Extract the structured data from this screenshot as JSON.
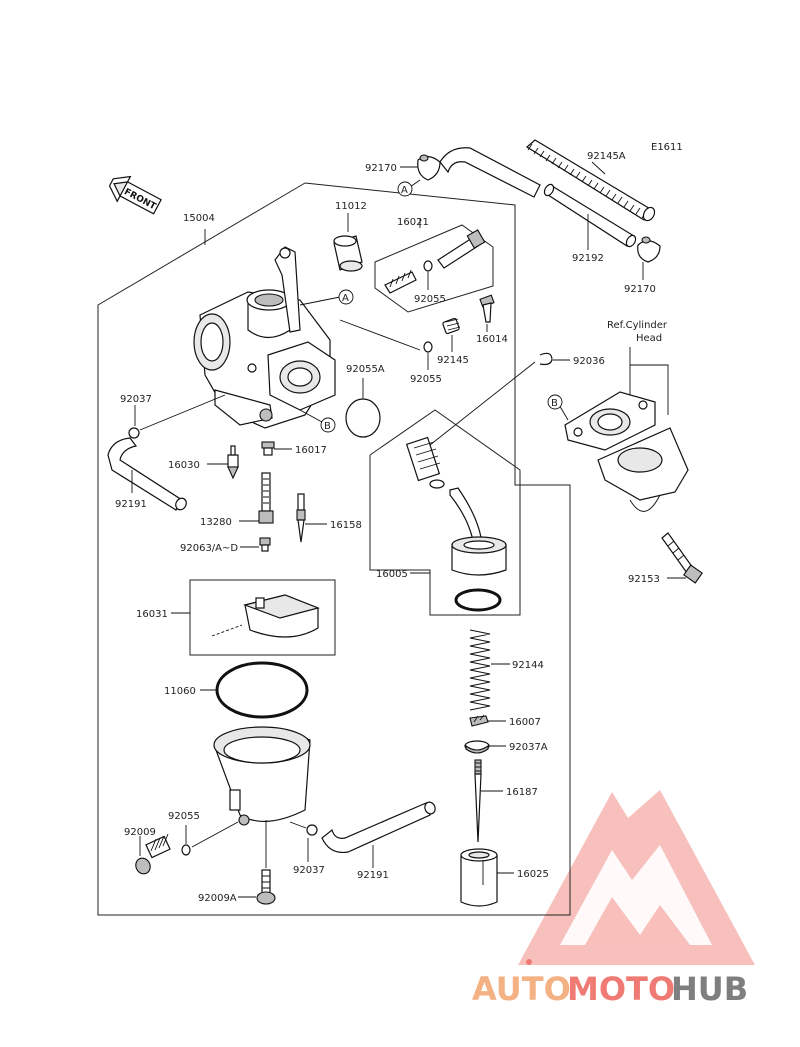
{
  "diagram_code": "E1611",
  "front_label": "FRONT",
  "ref_label_line1": "Ref.Cylinder",
  "ref_label_line2": "Head",
  "callouts": {
    "A": "A",
    "B": "B"
  },
  "parts": {
    "p15004": "15004",
    "p11012": "11012",
    "p16021": "16021",
    "p92055_a": "92055",
    "p16014": "16014",
    "p92145": "92145",
    "p92055_b": "92055",
    "p92055A": "92055A",
    "p92037_a": "92037",
    "p92191_a": "92191",
    "p16030": "16030",
    "p16017": "16017",
    "p13280": "13280",
    "p16158": "16158",
    "p92063": "92063/A~D",
    "p16031": "16031",
    "p11060": "11060",
    "p92055_c": "92055",
    "p92009": "92009",
    "p92009A": "92009A",
    "p92037_b": "92037",
    "p92191_b": "92191",
    "p16005": "16005",
    "p92144": "92144",
    "p16007": "16007",
    "p92037A": "92037A",
    "p16187": "16187",
    "p16025": "16025",
    "p92036": "92036",
    "p92153": "92153",
    "p92170_a": "92170",
    "p92170_b": "92170",
    "p92145A": "92145A",
    "p92192": "92192"
  },
  "watermark": {
    "part1": "AUTO",
    "part2": "MOTO",
    "part3": "HUB",
    "color_orange": "#f4b183",
    "color_red": "#f07b74",
    "color_grey": "#7f7f7f"
  }
}
